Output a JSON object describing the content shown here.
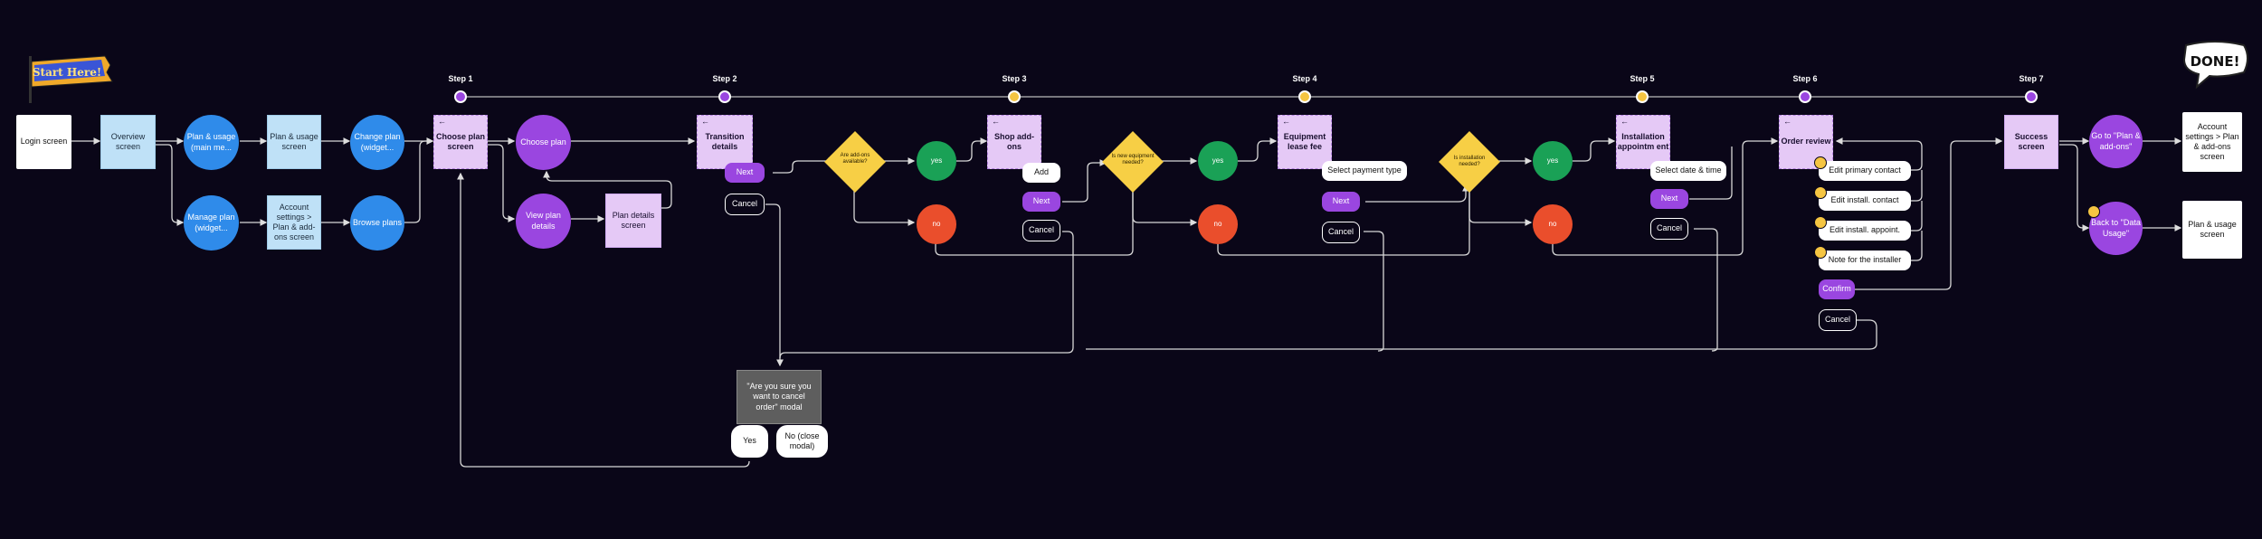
{
  "steps": [
    "Step 1",
    "Step 2",
    "Step 3",
    "Step 4",
    "Step 5",
    "Step 6",
    "Step 7"
  ],
  "start_label": "Start Here!",
  "done_label": "DONE!",
  "nodes": {
    "login": "Login screen",
    "overview": "Overview screen",
    "plan_usage_menu": "Plan & usage (main me...",
    "plan_usage_screen": "Plan & usage screen",
    "change_plan": "Change plan (widget...",
    "manage_plan": "Manage plan (widget...",
    "account_settings": "Account settings > Plan & add-ons screen",
    "browse_plans": "Browse plans",
    "choose_plan_screen": "Choose plan screen",
    "choose_plan": "Choose plan",
    "view_plan_details": "View plan details",
    "plan_details_screen": "Plan details screen",
    "transition_details": "Transition details",
    "next": "Next",
    "cancel": "Cancel",
    "addons_available": "Are add-ons available?",
    "yes": "yes",
    "no": "no",
    "shop_addons": "Shop add-ons",
    "add": "Add",
    "new_equipment": "Is new equipment needed?",
    "equipment_lease_fee": "Equipment lease fee",
    "select_payment_type": "Select payment type",
    "installation_needed": "Is installation needed?",
    "installation_appointment": "Installation appointm ent",
    "select_date_time": "Select date & time",
    "order_review": "Order review",
    "edit_primary_contact": "Edit primary contact",
    "edit_install_contact": "Edit install. contact",
    "edit_install_appoint": "Edit install. appoint.",
    "note_installer": "Note for the installer",
    "confirm": "Confirm",
    "success_screen": "Success screen",
    "go_to_plan_addons": "Go to \"Plan & add-ons\"",
    "back_to_data_usage": "Back to \"Data Usage\"",
    "account_settings_end": "Account settings > Plan & add-ons screen",
    "plan_usage_end": "Plan & usage screen",
    "cancel_modal": "\"Are you sure you want to cancel order\" modal",
    "modal_yes": "Yes",
    "modal_no": "No (close modal)"
  },
  "colors": {
    "background": "#0a0618",
    "blue": "#2f8bea",
    "purple": "#9a46e0",
    "lavender": "#e5c9f6",
    "green": "#1aa156",
    "red": "#ea4e2c",
    "yellow": "#f7cf45"
  }
}
